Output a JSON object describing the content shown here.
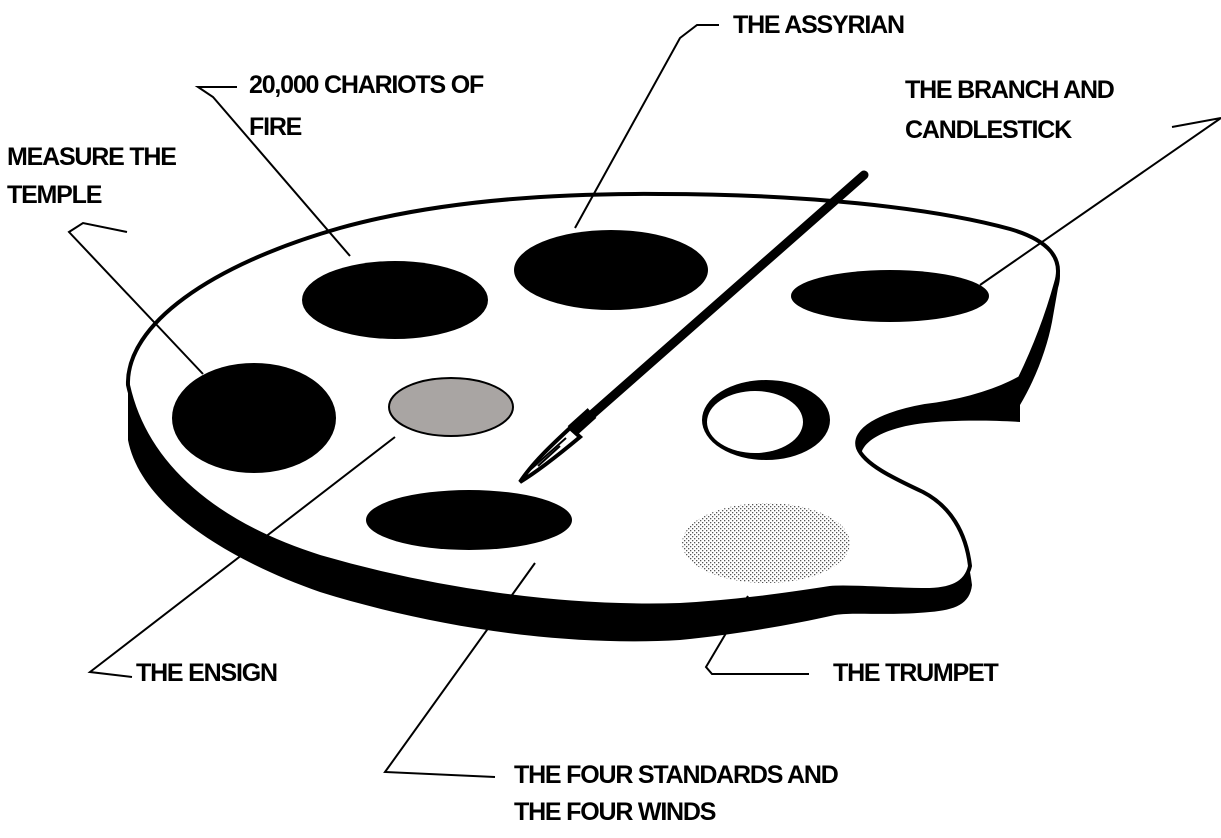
{
  "labels": {
    "assyrian": "THE ASSYRIAN",
    "chariots_line1": "20,000 CHARIOTS OF",
    "chariots_line2": "FIRE",
    "measure_line1": "MEASURE THE",
    "measure_line2": "TEMPLE",
    "branch_line1": "THE BRANCH AND",
    "branch_line2": "CANDLESTICK",
    "ensign": "THE ENSIGN",
    "trumpet": "THE TRUMPET",
    "four_line1": "THE FOUR STANDARDS AND",
    "four_line2": "THE FOUR WINDS"
  },
  "colors": {
    "ink": "#000000",
    "palette_fill": "#ffffff",
    "ensign_fill": "#a9a5a3",
    "trumpet_dots": "#555555"
  },
  "icons": {
    "palette": "artist-palette-icon",
    "brush": "paintbrush-icon"
  }
}
